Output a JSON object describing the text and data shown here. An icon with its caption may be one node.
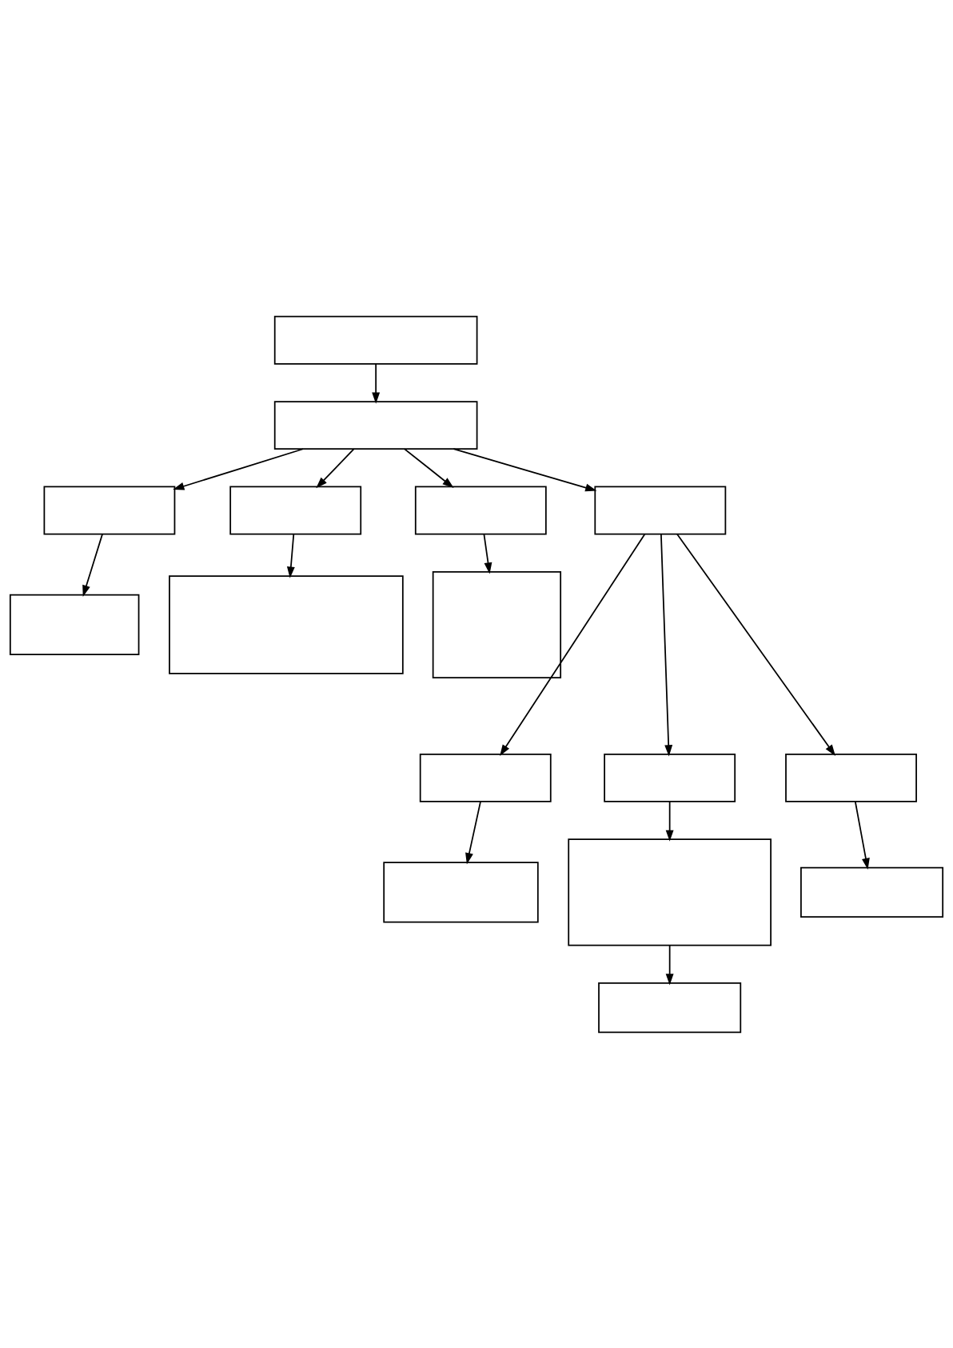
{
  "diagram": {
    "nodes": [
      {
        "text": [],
        "shape": "box"
      },
      {
        "text": [],
        "shape": "box"
      },
      {
        "text": [],
        "shape": "box"
      },
      {
        "text": [],
        "shape": "box"
      },
      {
        "text": [],
        "shape": "box"
      },
      {
        "text": [],
        "shape": "box"
      },
      {
        "text": [],
        "shape": "box"
      },
      {
        "text": [],
        "shape": "box"
      },
      {
        "text": [],
        "shape": "box"
      },
      {
        "text": [],
        "shape": "box"
      },
      {
        "text": [],
        "shape": "box"
      },
      {
        "text": [],
        "shape": "box"
      },
      {
        "text": [],
        "shape": "box"
      },
      {
        "text": [],
        "shape": "box"
      },
      {
        "text": [],
        "shape": "box"
      },
      {
        "text": [],
        "shape": "box"
      }
    ],
    "edges": [
      {
        "from": 0,
        "to": 1,
        "arrow": "to"
      },
      {
        "from": 1,
        "to": 2,
        "arrow": "to"
      },
      {
        "from": 1,
        "to": 3,
        "arrow": "to"
      },
      {
        "from": 1,
        "to": 4,
        "arrow": "to"
      },
      {
        "from": 1,
        "to": 5,
        "arrow": "to"
      },
      {
        "from": 2,
        "to": 6,
        "arrow": "to"
      },
      {
        "from": 3,
        "to": 7,
        "arrow": "to"
      },
      {
        "from": 4,
        "to": 8,
        "arrow": "to"
      },
      {
        "from": 5,
        "to": 9,
        "arrow": "to"
      },
      {
        "from": 5,
        "to": 10,
        "arrow": "to"
      },
      {
        "from": 5,
        "to": 11,
        "arrow": "to"
      },
      {
        "from": 9,
        "to": 12,
        "arrow": "to"
      },
      {
        "from": 10,
        "to": 13,
        "arrow": "to"
      },
      {
        "from": 11,
        "to": 14,
        "arrow": "to"
      },
      {
        "from": 13,
        "to": 15,
        "arrow": "to"
      }
    ]
  }
}
